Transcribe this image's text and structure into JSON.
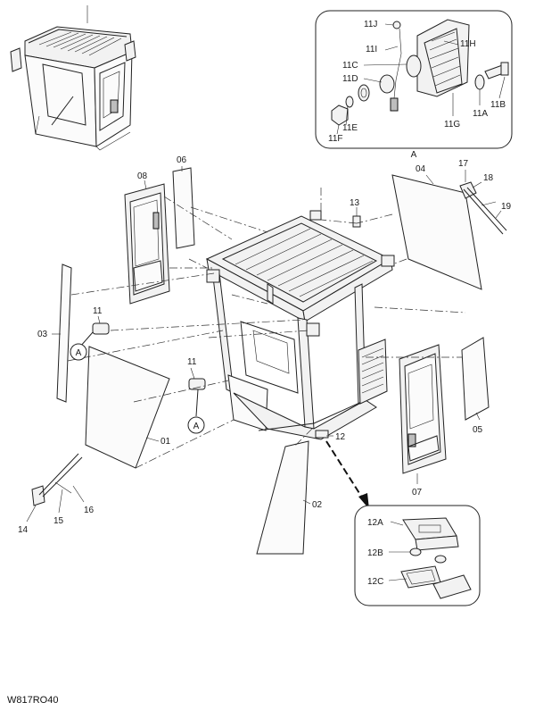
{
  "labels": {
    "p01": "01",
    "p02": "02",
    "p03": "03",
    "p04": "04",
    "p05": "05",
    "p06": "06",
    "p07": "07",
    "p08": "08",
    "p11a": "11",
    "p11b": "11",
    "p12": "12",
    "p13": "13",
    "p14": "14",
    "p15": "15",
    "p16": "16",
    "p17": "17",
    "p18": "18",
    "p19": "19",
    "ref_a1": "A",
    "ref_a2": "A",
    "detail_a": {
      "title": "A",
      "j": "11J",
      "i": "11I",
      "h": "11H",
      "c": "11C",
      "d": "11D",
      "b": "11B",
      "a": "11A",
      "e": "11E",
      "f": "11F",
      "g": "11G"
    },
    "detail_12": {
      "a": "12A",
      "b": "12B",
      "c": "12C"
    }
  },
  "drawing_code": "W817RO40"
}
